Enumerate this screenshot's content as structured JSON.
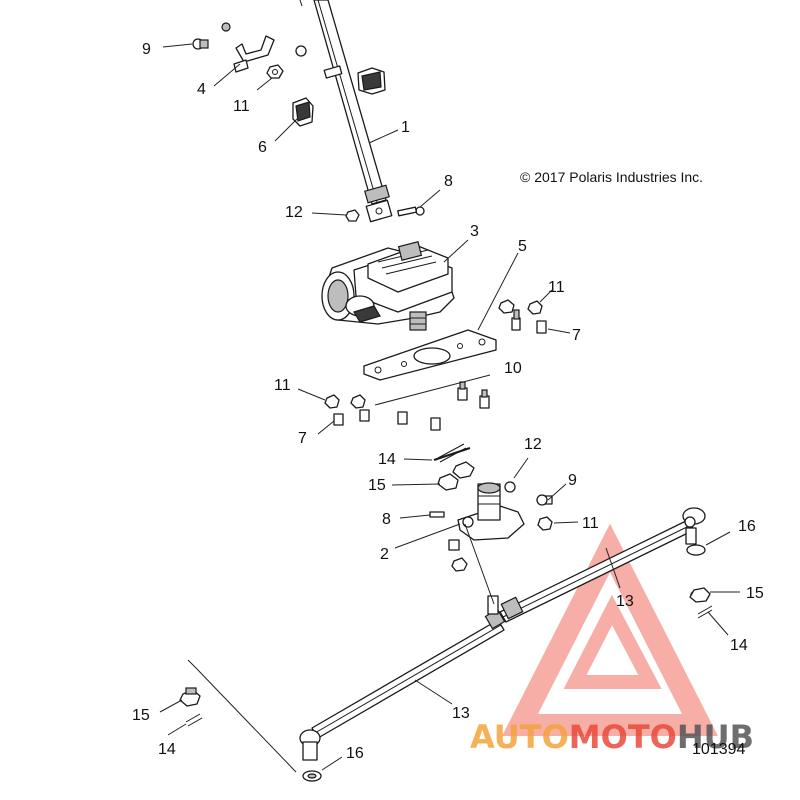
{
  "copyright": "© 2017 Polaris Industries Inc.",
  "figure_number": "101394",
  "watermark": {
    "brand_a": "AUTO",
    "brand_b": "MOTO",
    "brand_c": "HUB",
    "color_a": "#f4a33c",
    "color_b": "#ea4b3c",
    "color_c": "#555555",
    "triangle_color": "#ef6b5e"
  },
  "callouts": [
    {
      "label": "9"
    },
    {
      "label": "4"
    },
    {
      "label": "11"
    },
    {
      "label": "6"
    },
    {
      "label": "1"
    },
    {
      "label": "12"
    },
    {
      "label": "8"
    },
    {
      "label": "3"
    },
    {
      "label": "5"
    },
    {
      "label": "11"
    },
    {
      "label": "7"
    },
    {
      "label": "11"
    },
    {
      "label": "10"
    },
    {
      "label": "7"
    },
    {
      "label": "14"
    },
    {
      "label": "12"
    },
    {
      "label": "15"
    },
    {
      "label": "9"
    },
    {
      "label": "8"
    },
    {
      "label": "11"
    },
    {
      "label": "2"
    },
    {
      "label": "16"
    },
    {
      "label": "13"
    },
    {
      "label": "15"
    },
    {
      "label": "14"
    },
    {
      "label": "13"
    },
    {
      "label": "15"
    },
    {
      "label": "14"
    },
    {
      "label": "16"
    }
  ]
}
